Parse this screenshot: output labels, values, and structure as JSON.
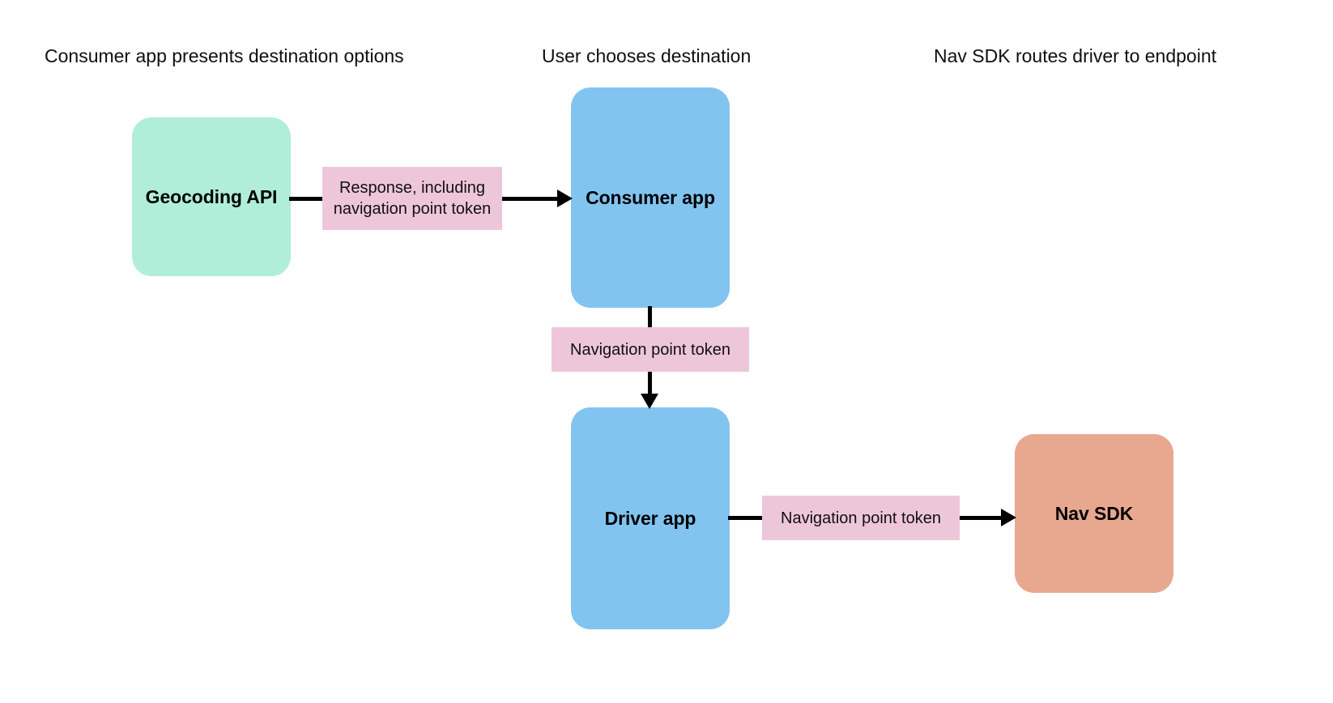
{
  "diagram": {
    "background_color": "#ffffff",
    "columns": [
      {
        "id": "col-consumer-app",
        "header": "Consumer app presents destination options"
      },
      {
        "id": "col-user-choice",
        "header": "User chooses destination"
      },
      {
        "id": "col-nav-sdk",
        "header": "Nav SDK routes driver to endpoint"
      }
    ],
    "nodes": [
      {
        "id": "geocoding-api",
        "label": "Geocoding API",
        "fill": "#b1eed9"
      },
      {
        "id": "consumer-app",
        "label": "Consumer app",
        "fill": "#82c4f0"
      },
      {
        "id": "driver-app",
        "label": "Driver app",
        "fill": "#82c4f0"
      },
      {
        "id": "nav-sdk",
        "label": "Nav SDK",
        "fill": "#e8a890"
      }
    ],
    "edges": [
      {
        "id": "geocoding-to-consumer",
        "from": "geocoding-api",
        "to": "consumer-app",
        "label": "Response, including navigation point token",
        "label_fill": "#eec6da",
        "direction": "right"
      },
      {
        "id": "consumer-to-driver",
        "from": "consumer-app",
        "to": "driver-app",
        "label": "Navigation point token",
        "label_fill": "#eec6da",
        "direction": "down"
      },
      {
        "id": "driver-to-navsdk",
        "from": "driver-app",
        "to": "nav-sdk",
        "label": "Navigation point token",
        "label_fill": "#eec6da",
        "direction": "right"
      }
    ],
    "edge_color": "#000000"
  }
}
